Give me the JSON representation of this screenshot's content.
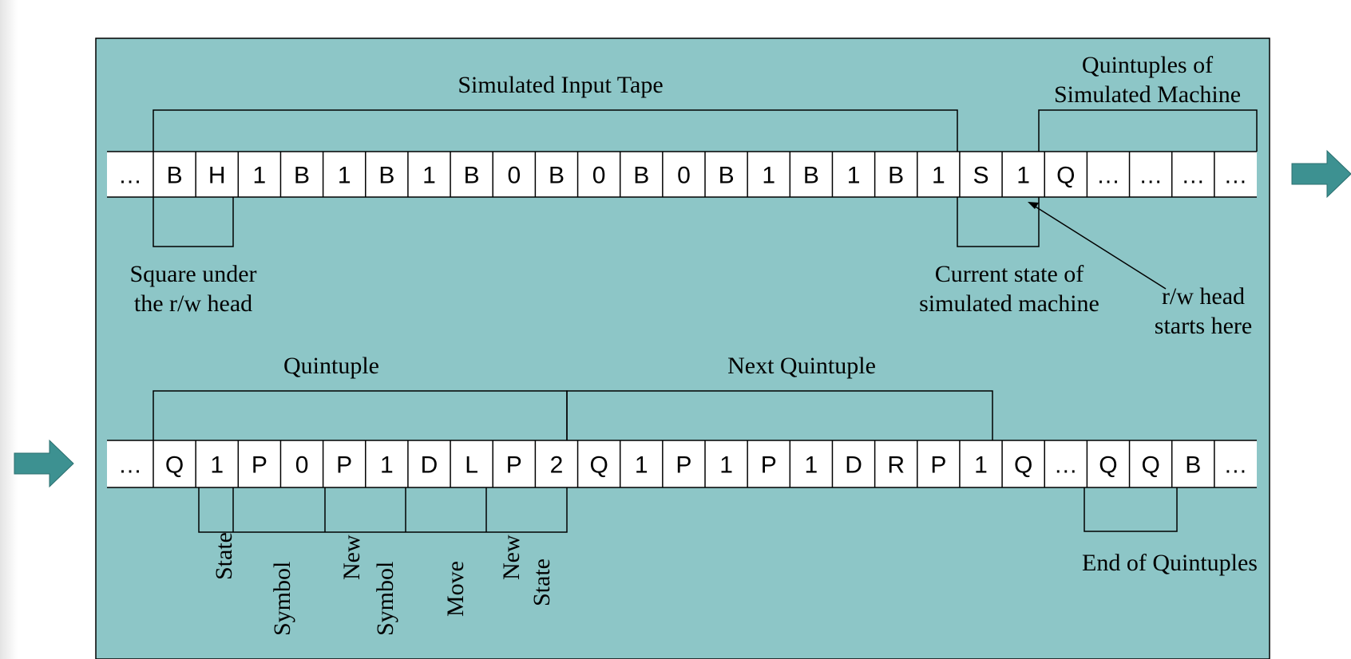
{
  "colors": {
    "panel": "#8dc6c7",
    "arrow": "#3d9191",
    "tape_fill": "#ffffff",
    "line": "#000000"
  },
  "tapes": {
    "top": [
      "…",
      "B",
      "H",
      "1",
      "B",
      "1",
      "B",
      "1",
      "B",
      "0",
      "B",
      "0",
      "B",
      "0",
      "B",
      "1",
      "B",
      "1",
      "B",
      "1",
      "S",
      "1",
      "Q",
      "…",
      "…",
      "…",
      "…"
    ],
    "bottom": [
      "…",
      "Q",
      "1",
      "P",
      "0",
      "P",
      "1",
      "D",
      "L",
      "P",
      "2",
      "Q",
      "1",
      "P",
      "1",
      "P",
      "1",
      "D",
      "R",
      "P",
      "1",
      "Q",
      "…",
      "Q",
      "Q",
      "B",
      "…"
    ]
  },
  "labels": {
    "simulated_input_tape": "Simulated Input Tape",
    "quintuples_line1": "Quintuples of",
    "quintuples_line2": "Simulated Machine",
    "square_line1": "Square under",
    "square_line2": "the r/w head",
    "current_state_line1": "Current state of",
    "current_state_line2": "simulated machine",
    "rw_head_line1": "r/w head",
    "rw_head_line2": "starts here",
    "quintuple": "Quintuple",
    "next_quintuple": "Next Quintuple",
    "end_of_quintuples": "End of Quintuples",
    "state": "State",
    "symbol": "Symbol",
    "new": "New",
    "new_symbol_word": "Symbol",
    "move": "Move",
    "new2": "New",
    "new_state_word": "State"
  }
}
